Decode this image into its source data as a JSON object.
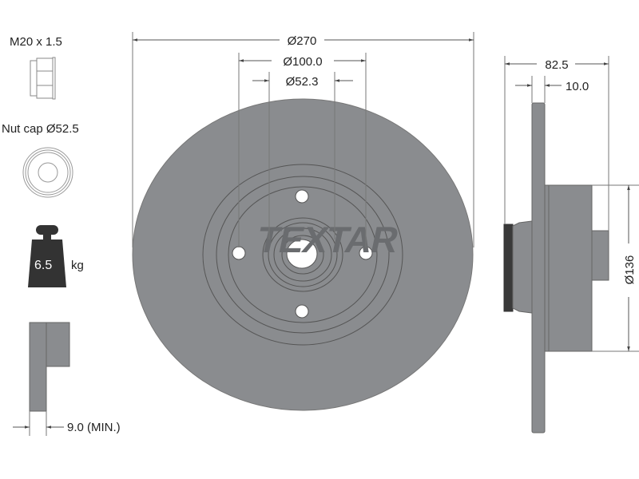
{
  "left_panel": {
    "nut_thread": "M20 x 1.5",
    "nut_cap": "Nut cap Ø52.5",
    "weight_value": "6.5",
    "weight_unit": "kg",
    "min_thickness": "9.0 (MIN.)"
  },
  "front_view": {
    "outer_diameter": "Ø270",
    "bolt_circle": "Ø100.0",
    "center_bore": "Ø52.3",
    "brand_logo": "TEXTAR"
  },
  "side_view": {
    "overall_height": "82.5",
    "disc_thickness": "10.0",
    "hub_diameter": "Ø136"
  },
  "colors": {
    "disc": "#8a8c8f",
    "dark": "#3a3a3a",
    "line": "#555555"
  }
}
